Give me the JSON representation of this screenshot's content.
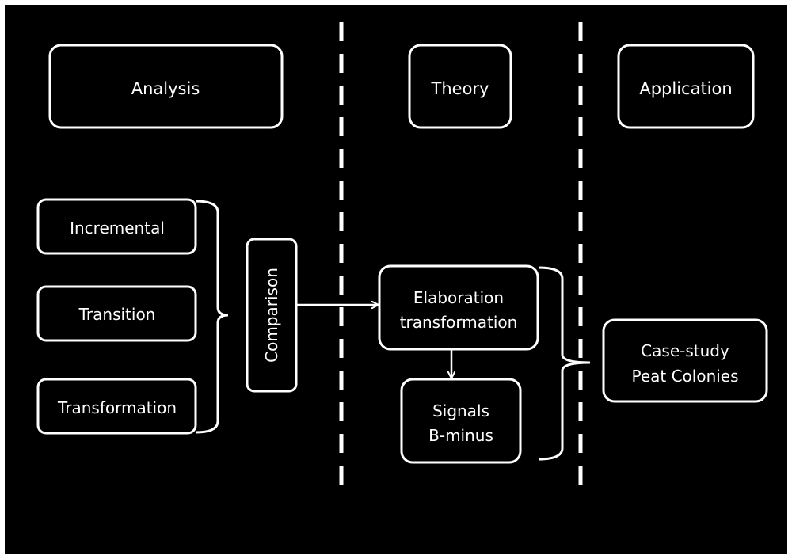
{
  "colors": {
    "background": "#000000",
    "foreground": "#ffffff",
    "frame": "#ffffff"
  },
  "headers": {
    "analysis": "Analysis",
    "theory": "Theory",
    "application": "Application"
  },
  "analysis_items": {
    "incremental": "Incremental",
    "transition": "Transition",
    "transformation": "Transformation"
  },
  "comparison": "Comparison",
  "theory_items": {
    "elaboration_line1": "Elaboration",
    "elaboration_line2": "transformation",
    "signals_line1": "Signals",
    "signals_line2": "B-minus"
  },
  "application_items": {
    "case_line1": "Case-study",
    "case_line2": "Peat Colonies"
  }
}
